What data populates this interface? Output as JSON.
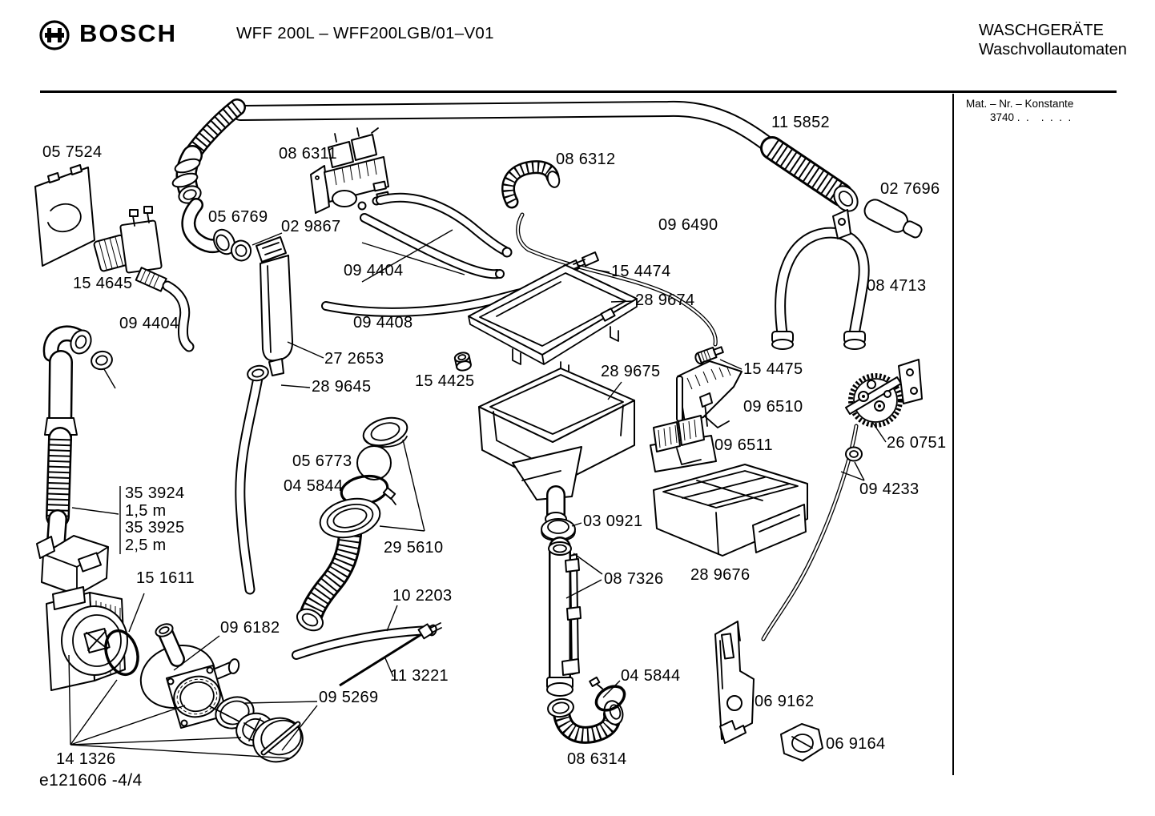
{
  "canvas": {
    "background": "#ffffff",
    "line_color": "#000000"
  },
  "header": {
    "brand": "BOSCH",
    "logo": "bosch-armature-icon",
    "model_title": "WFF 200L – WFF200LGB/01–V01",
    "division_line1": "WASCHGERÄTE",
    "division_line2": "Waschvollautomaten"
  },
  "info_box": {
    "label": "Mat. – Nr. – Konstante",
    "value": "3740 .  .    .  .  .  ."
  },
  "footer": {
    "doc_ref": "e121606 -4/4"
  },
  "parts": [
    {
      "id": "05-7524",
      "label": "05 7524"
    },
    {
      "id": "08-6311",
      "label": "08 6311"
    },
    {
      "id": "08-6312",
      "label": "08 6312"
    },
    {
      "id": "11-5852",
      "label": "11 5852"
    },
    {
      "id": "02-7696",
      "label": "02 7696"
    },
    {
      "id": "05-6769",
      "label": "05 6769"
    },
    {
      "id": "02-9867",
      "label": "02 9867"
    },
    {
      "id": "09-6490",
      "label": "09 6490"
    },
    {
      "id": "15-4645",
      "label": "15 4645"
    },
    {
      "id": "09-4404-a",
      "label": "09 4404"
    },
    {
      "id": "15-4474",
      "label": "15 4474"
    },
    {
      "id": "28-9674",
      "label": "28 9674"
    },
    {
      "id": "08-4713",
      "label": "08 4713"
    },
    {
      "id": "09-4404-b",
      "label": "09 4404"
    },
    {
      "id": "09-4408",
      "label": "09 4408"
    },
    {
      "id": "27-2653",
      "label": "27 2653"
    },
    {
      "id": "28-9645",
      "label": "28 9645"
    },
    {
      "id": "15-4425",
      "label": "15 4425"
    },
    {
      "id": "28-9675",
      "label": "28 9675"
    },
    {
      "id": "15-4475",
      "label": "15 4475"
    },
    {
      "id": "09-6510",
      "label": "09 6510"
    },
    {
      "id": "05-6773",
      "label": "05 6773"
    },
    {
      "id": "04-5844-a",
      "label": "04 5844"
    },
    {
      "id": "09-6511",
      "label": "09 6511"
    },
    {
      "id": "26-0751",
      "label": "26 0751"
    },
    {
      "id": "09-4233",
      "label": "09 4233"
    },
    {
      "id": "hose-lengths",
      "label": "35 3924\n1,5 m\n35 3925\n2,5 m"
    },
    {
      "id": "29-5610",
      "label": "29 5610"
    },
    {
      "id": "03-0921",
      "label": "03 0921"
    },
    {
      "id": "08-7326",
      "label": "08 7326"
    },
    {
      "id": "28-9676",
      "label": "28 9676"
    },
    {
      "id": "15-1611",
      "label": "15 1611"
    },
    {
      "id": "10-2203",
      "label": "10 2203"
    },
    {
      "id": "09-6182",
      "label": "09 6182"
    },
    {
      "id": "11-3221",
      "label": "11 3221"
    },
    {
      "id": "04-5844-b",
      "label": "04 5844"
    },
    {
      "id": "09-5269",
      "label": "09 5269"
    },
    {
      "id": "06-9162",
      "label": "06 9162"
    },
    {
      "id": "08-6314",
      "label": "08 6314"
    },
    {
      "id": "06-9164",
      "label": "06 9164"
    },
    {
      "id": "14-1326",
      "label": "14 1326"
    }
  ]
}
